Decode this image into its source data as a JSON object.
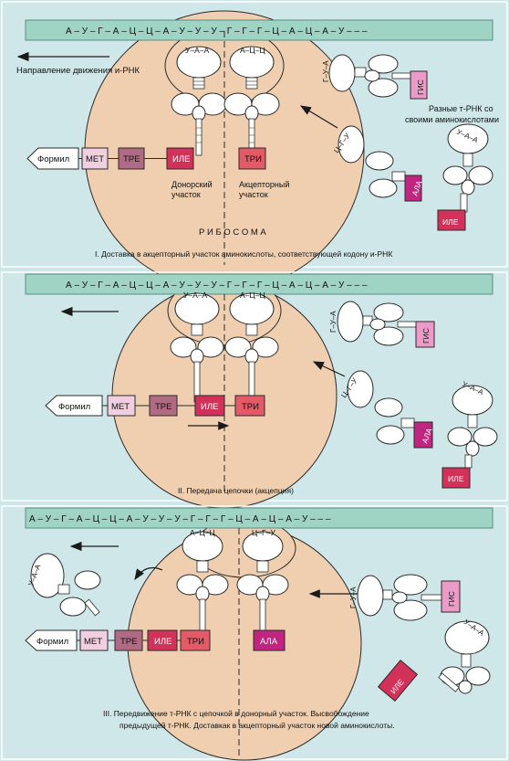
{
  "colors": {
    "background": "#cfe7e8",
    "mrna_strip": "#9fd3c3",
    "ribosome": "#efcfb0",
    "white_box": "#ffffff",
    "met": "#f0cfe0",
    "tre": "#b06a83",
    "ile": "#d2325a",
    "tri": "#e45a66",
    "ala": "#c0267f",
    "gis": "#ec9ac8",
    "line": "#2a2a2a"
  },
  "panels": [
    {
      "mrna": "А – У – Г – А – Ц – Ц – А – У – У – У – Г – Г – Г – Ц – А – Ц – А – У – – –",
      "direction_label": "Направление движения и-РНК",
      "ribosome_label": "Р И Б О С О М А",
      "donor_label_line1": "Донорский",
      "donor_label_line2": "участок",
      "acceptor_label_line1": "Акцепторный",
      "acceptor_label_line2": "участок",
      "trna_note_line1": "Разные т-РНК со",
      "trna_note_line2": "своими аминокислотами",
      "anticodon_left": "У–А–А",
      "anticodon_right": "А–Ц–Ц",
      "free_anticodons": [
        "Г–У–А",
        "Ц–Г–У",
        "У–А–А"
      ],
      "chain": [
        "Формил",
        "МЕТ",
        "ТРЕ",
        "ИЛЕ"
      ],
      "acceptor_amino": "ТРИ",
      "free_aminos": [
        "ГИС",
        "АЛА",
        "ИЛЕ"
      ],
      "caption": "I. Доставка в акцепторный участок аминокислоты, соответствующей кодону и-РНК"
    },
    {
      "mrna": "А – У – Г – А – Ц – Ц – А – У – У – У – Г – Г – Г – Ц – А – Ц – А – У – – –",
      "anticodon_left": "У–А–А",
      "anticodon_right": "А–Ц–Ц",
      "free_anticodons": [
        "Г–У–А",
        "Ц–Г–У",
        "У–А–А"
      ],
      "chain": [
        "Формил",
        "МЕТ",
        "ТРЕ",
        "ИЛЕ"
      ],
      "acceptor_amino": "ТРИ",
      "free_aminos": [
        "ГИС",
        "АЛА",
        "ИЛЕ"
      ],
      "caption": "II. Передача цепочки (акцепция)"
    },
    {
      "mrna": "А – У – Г – А – Ц – Ц – А – У – У – У – Г – Г – Г – Ц – А – Ц – А – У – – –",
      "anticodon_left": "А–Ц–Ц",
      "anticodon_right": "Ц–Г–У",
      "released_anticodon": "У–А–А",
      "free_anticodons": [
        "Г–У–А",
        "У–А–А"
      ],
      "chain": [
        "Формил",
        "МЕТ",
        "ТРЕ",
        "ИЛЕ",
        "ТРИ"
      ],
      "acceptor_amino": "АЛА",
      "free_aminos": [
        "ГИС",
        "ИЛЕ"
      ],
      "caption_line1": "III. Передвижение т-РНК с цепочкой в донорный участок. Высвобождение",
      "caption_line2": "предыдущей т-РНК. Доставкак в акцепторный участок новой аминокислоты."
    }
  ]
}
